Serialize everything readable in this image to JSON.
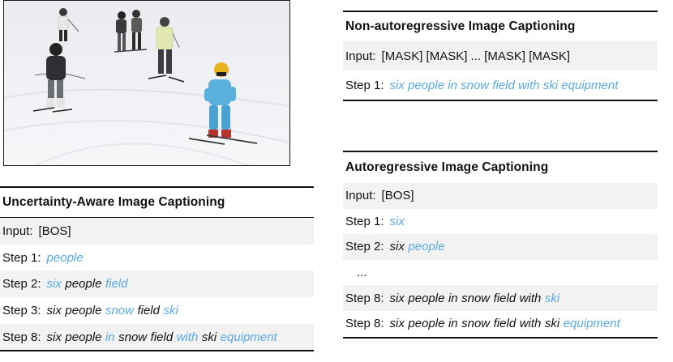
{
  "figure": {
    "image": {
      "description": "children skiing on a snowy slope"
    },
    "uncertainty_aware": {
      "title": "Uncertainty-Aware Image Captioning",
      "rows": [
        {
          "label": "Input:",
          "tokens": [
            {
              "t": "[BOS]",
              "s": "plain"
            }
          ]
        },
        {
          "label": "Step 1:",
          "tokens": [
            {
              "t": "people",
              "s": "blue"
            }
          ]
        },
        {
          "label": "Step 2:",
          "tokens": [
            {
              "t": "six",
              "s": "blue"
            },
            {
              "t": "people",
              "s": "black"
            },
            {
              "t": "field",
              "s": "blue"
            }
          ]
        },
        {
          "label": "Step 3:",
          "tokens": [
            {
              "t": "six",
              "s": "black"
            },
            {
              "t": "people",
              "s": "black"
            },
            {
              "t": "snow",
              "s": "blue"
            },
            {
              "t": "field",
              "s": "black"
            },
            {
              "t": "ski",
              "s": "blue"
            }
          ]
        },
        {
          "label": "Step 8:",
          "tokens": [
            {
              "t": "six",
              "s": "black"
            },
            {
              "t": "people",
              "s": "black"
            },
            {
              "t": "in",
              "s": "blue"
            },
            {
              "t": "snow",
              "s": "black"
            },
            {
              "t": "field",
              "s": "black"
            },
            {
              "t": "with",
              "s": "blue"
            },
            {
              "t": "ski",
              "s": "black"
            },
            {
              "t": "equipment",
              "s": "blue"
            }
          ]
        }
      ]
    },
    "non_autoregressive": {
      "title": "Non-autoregressive Image Captioning",
      "rows": [
        {
          "label": "Input:",
          "tokens": [
            {
              "t": "[MASK] [MASK] ... [MASK] [MASK]",
              "s": "plain"
            }
          ]
        },
        {
          "label": "Step 1:",
          "tokens": [
            {
              "t": "six people in snow field with ski equipment",
              "s": "blue"
            }
          ]
        }
      ]
    },
    "autoregressive": {
      "title": "Autoregressive Image Captioning",
      "rows": [
        {
          "label": "Input:",
          "tokens": [
            {
              "t": "[BOS]",
              "s": "plain"
            }
          ]
        },
        {
          "label": "Step 1:",
          "tokens": [
            {
              "t": "six",
              "s": "blue"
            }
          ]
        },
        {
          "label": "Step 2:",
          "tokens": [
            {
              "t": "six",
              "s": "black"
            },
            {
              "t": "people",
              "s": "blue"
            }
          ]
        },
        {
          "label": "",
          "tokens": [
            {
              "t": "...",
              "s": "plain"
            }
          ]
        },
        {
          "label": "Step 8:",
          "tokens": [
            {
              "t": "six",
              "s": "black"
            },
            {
              "t": "people",
              "s": "black"
            },
            {
              "t": "in",
              "s": "black"
            },
            {
              "t": "snow",
              "s": "black"
            },
            {
              "t": "field",
              "s": "black"
            },
            {
              "t": "with",
              "s": "black"
            },
            {
              "t": "ski",
              "s": "blue"
            }
          ]
        },
        {
          "label": "Step 8:",
          "tokens": [
            {
              "t": "six",
              "s": "black"
            },
            {
              "t": "people",
              "s": "black"
            },
            {
              "t": "in",
              "s": "black"
            },
            {
              "t": "snow",
              "s": "black"
            },
            {
              "t": "field",
              "s": "black"
            },
            {
              "t": "with",
              "s": "black"
            },
            {
              "t": "ski",
              "s": "black"
            },
            {
              "t": "equipment",
              "s": "blue"
            }
          ]
        }
      ]
    },
    "colors": {
      "highlight_blue": "#5aa9e6",
      "row_shade": "#f2f2f2"
    }
  }
}
